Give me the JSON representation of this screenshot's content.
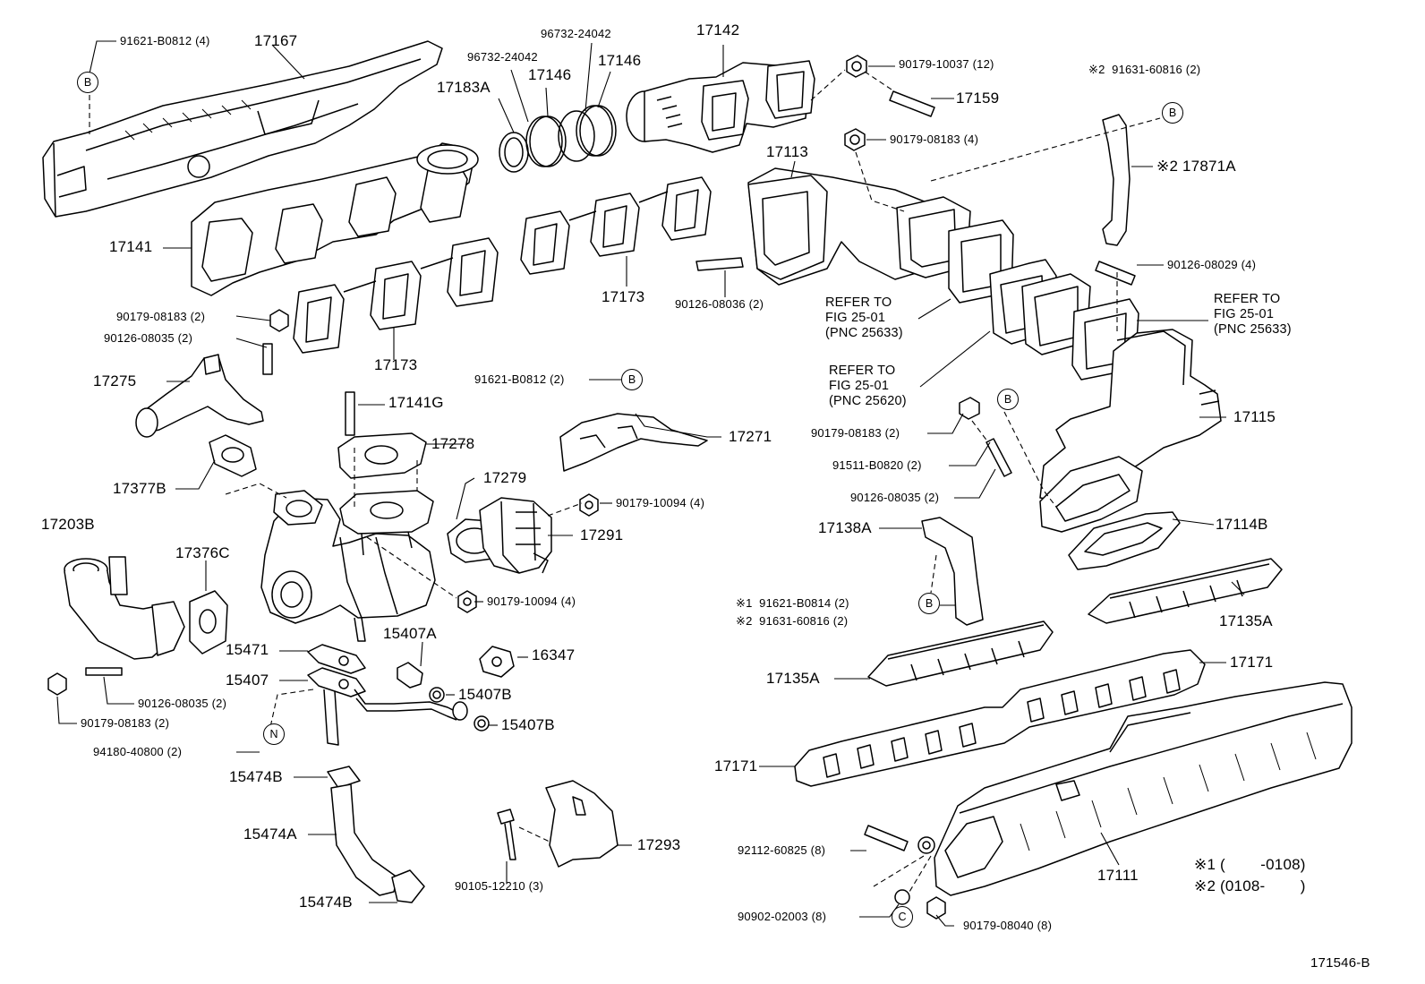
{
  "drawing_id": "171546-B",
  "legend": {
    "note1": "※1 (        -0108)",
    "note2": "※2 (0108-        )"
  },
  "labels": {
    "p91621_b0812_4": "91621-B0812 (4)",
    "p17167": "17167",
    "p96732_24042_a": "96732-24042",
    "p96732_24042_b": "96732-24042",
    "p17142": "17142",
    "p17183a": "17183A",
    "p17146_a": "17146",
    "p17146_b": "17146",
    "p90179_10037": "90179-10037 (12)",
    "p17159": "17159",
    "p91631_60816_top": "※2  91631-60816 (2)",
    "p90179_08183_4": "90179-08183 (4)",
    "p17113": "17113",
    "p17871a": "※2 17871A",
    "p17141": "17141",
    "p90126_08029": "90126-08029 (4)",
    "p17173_a": "17173",
    "p90126_08036": "90126-08036 (2)",
    "refer1": "REFER TO\nFIG 25-01\n(PNC 25633)",
    "refer2": "REFER TO\nFIG 25-01\n(PNC 25633)",
    "refer3": "REFER TO\nFIG 25-01\n(PNC 25620)",
    "p90179_08183_2_a": "90179-08183 (2)",
    "p90126_08035_2_a": "90126-08035 (2)",
    "p17173_b": "17173",
    "p17275": "17275",
    "p91621_b0812_2": "91621-B0812 (2)",
    "p17141g": "17141G",
    "p17271": "17271",
    "p90179_08183_2_b": "90179-08183 (2)",
    "p17115": "17115",
    "p17278": "17278",
    "p91511_b0820": "91511-B0820 (2)",
    "p17377b": "17377B",
    "p17279": "17279",
    "p90126_08035_2_b": "90126-08035 (2)",
    "p90179_10094_a": "90179-10094 (4)",
    "p17203b": "17203B",
    "p17138a": "17138A",
    "p17114b": "17114B",
    "p17291": "17291",
    "p17376c": "17376C",
    "p90179_10094_b": "90179-10094 (4)",
    "p91621_b0814": "※1  91621-B0814 (2)",
    "p91631_60816_low": "※2  91631-60816 (2)",
    "p17135a_r": "17135A",
    "p15471": "15471",
    "p15407a": "15407A",
    "p16347": "16347",
    "p17135a_l": "17135A",
    "p17171_r": "17171",
    "p15407": "15407",
    "p15407b_a": "15407B",
    "p90126_08035_2_c": "90126-08035 (2)",
    "p90179_08183_2_c": "90179-08183 (2)",
    "p15407b_b": "15407B",
    "p94180_40800": "94180-40800 (2)",
    "p17171_l": "17171",
    "p15474b_a": "15474B",
    "p15474a": "15474A",
    "p17293": "17293",
    "p92112_60825": "92112-60825 (8)",
    "p17111": "17111",
    "p90105_12210": "90105-12210 (3)",
    "p15474b_b": "15474B",
    "p90902_02003": "90902-02003 (8)",
    "p90179_08040": "90179-08040 (8)"
  },
  "markers": {
    "b": "B",
    "n": "N",
    "c": "C"
  },
  "icons": [
    "exhaust-manifold-drawing",
    "turbocharger-drawing",
    "intake-manifold-drawing",
    "gasket-drawing",
    "heat-insulator-drawing"
  ]
}
